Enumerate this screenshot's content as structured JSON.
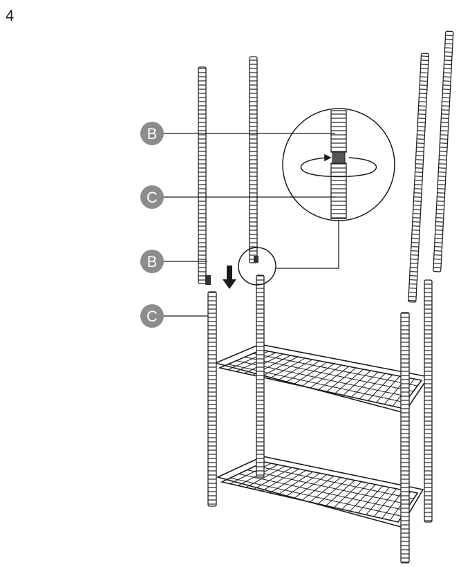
{
  "step_number": "4",
  "labels": [
    {
      "id": "b-upper",
      "text": "B"
    },
    {
      "id": "c-upper",
      "text": "C"
    },
    {
      "id": "b-lower",
      "text": "B"
    },
    {
      "id": "c-lower",
      "text": "C"
    }
  ],
  "colors": {
    "badge": "#8c8c8c",
    "line": "#1a1a1a",
    "background": "#ffffff"
  },
  "icons": [
    "down-arrow-icon",
    "rotate-arrow-icon",
    "zoom-circle-icon"
  ]
}
